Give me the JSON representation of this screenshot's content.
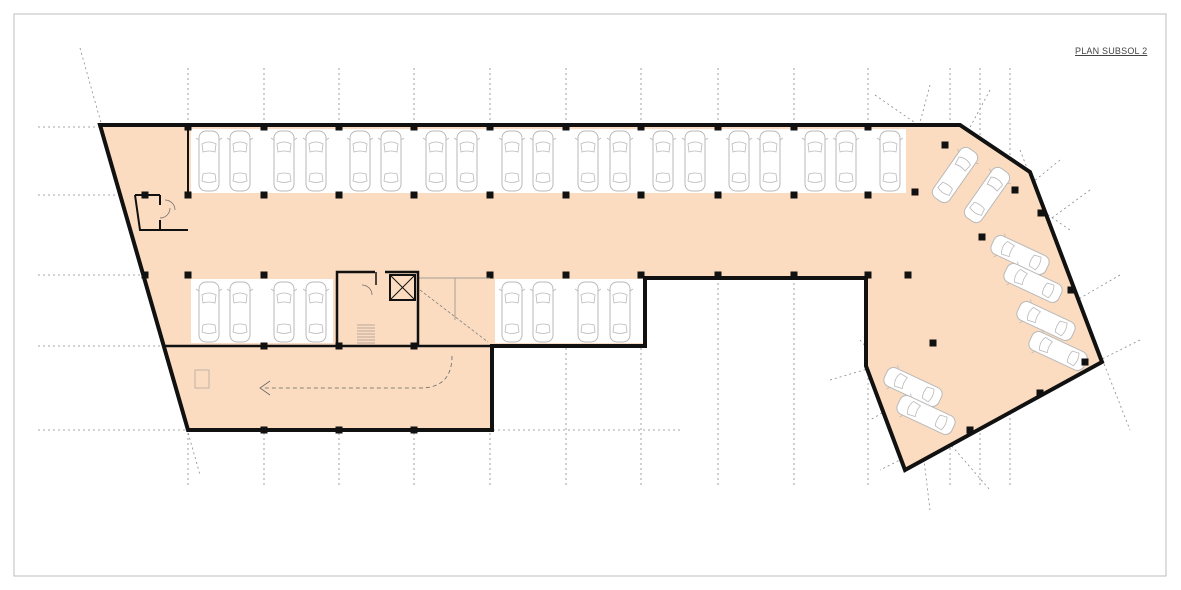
{
  "plan": {
    "title": "PLAN SUBSOL 2",
    "colors": {
      "floor_fill": "#fbdcc0",
      "wall": "#111111",
      "grid": "#8a8a8a",
      "parking_bay": "#ffffff",
      "car_outline": "#b9b9b9",
      "frame": "#bdbdbd"
    },
    "parking_spaces": {
      "north_row": 19,
      "south_row_west": 4,
      "south_row_middle": 4,
      "ramp_upper": 2,
      "ramp_lower": 4,
      "ramp_end": 2
    }
  }
}
